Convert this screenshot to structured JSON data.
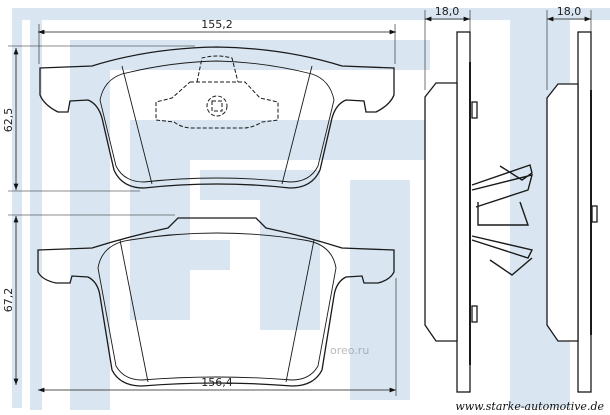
{
  "drawing": {
    "top_pad_width": "155,2",
    "top_pad_height": "62,5",
    "bottom_pad_width": "156,4",
    "bottom_pad_height": "67,2",
    "side_thickness_1": "18,0",
    "side_thickness_2": "18,0"
  },
  "footer": {
    "url": "www.starke-automotive.de"
  },
  "watermark": {
    "text": "oreo.ru"
  },
  "colors": {
    "line": "#1a1a1a",
    "watermark_bg": "#d9e6f1"
  }
}
